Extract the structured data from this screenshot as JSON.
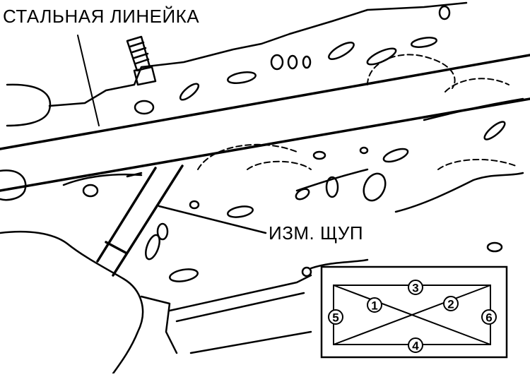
{
  "labels": {
    "steel_ruler": "СТАЛЬНАЯ ЛИНЕЙКА",
    "feeler_gauge": "ИЗМ. ЩУП"
  },
  "inset": {
    "points": [
      "1",
      "2",
      "3",
      "4",
      "5",
      "6"
    ]
  },
  "colors": {
    "ink": "#000000",
    "paper": "#ffffff"
  }
}
